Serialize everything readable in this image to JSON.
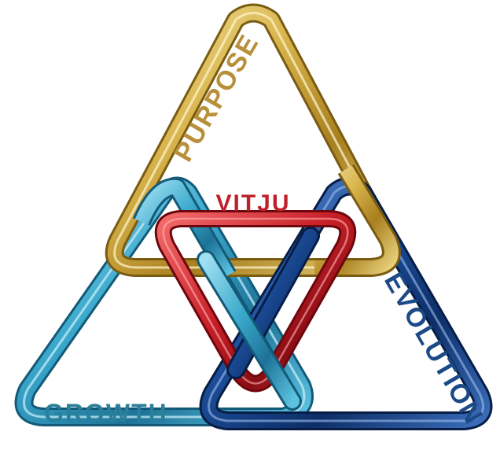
{
  "labels": {
    "purpose": "PURPOSE",
    "vitju": "VITJU",
    "evolution": "EVOLUTION",
    "growth": "GROWTH"
  },
  "colors": {
    "purpose": "#c9a43a",
    "vitju": "#c8232a",
    "evolution": "#1f4f8e",
    "growth": "#2f8fb3",
    "purpose_text": "#b8903a",
    "vitju_text": "#c0202a",
    "evolution_text": "#1b4a86",
    "growth_text": "#2a7f9a"
  }
}
